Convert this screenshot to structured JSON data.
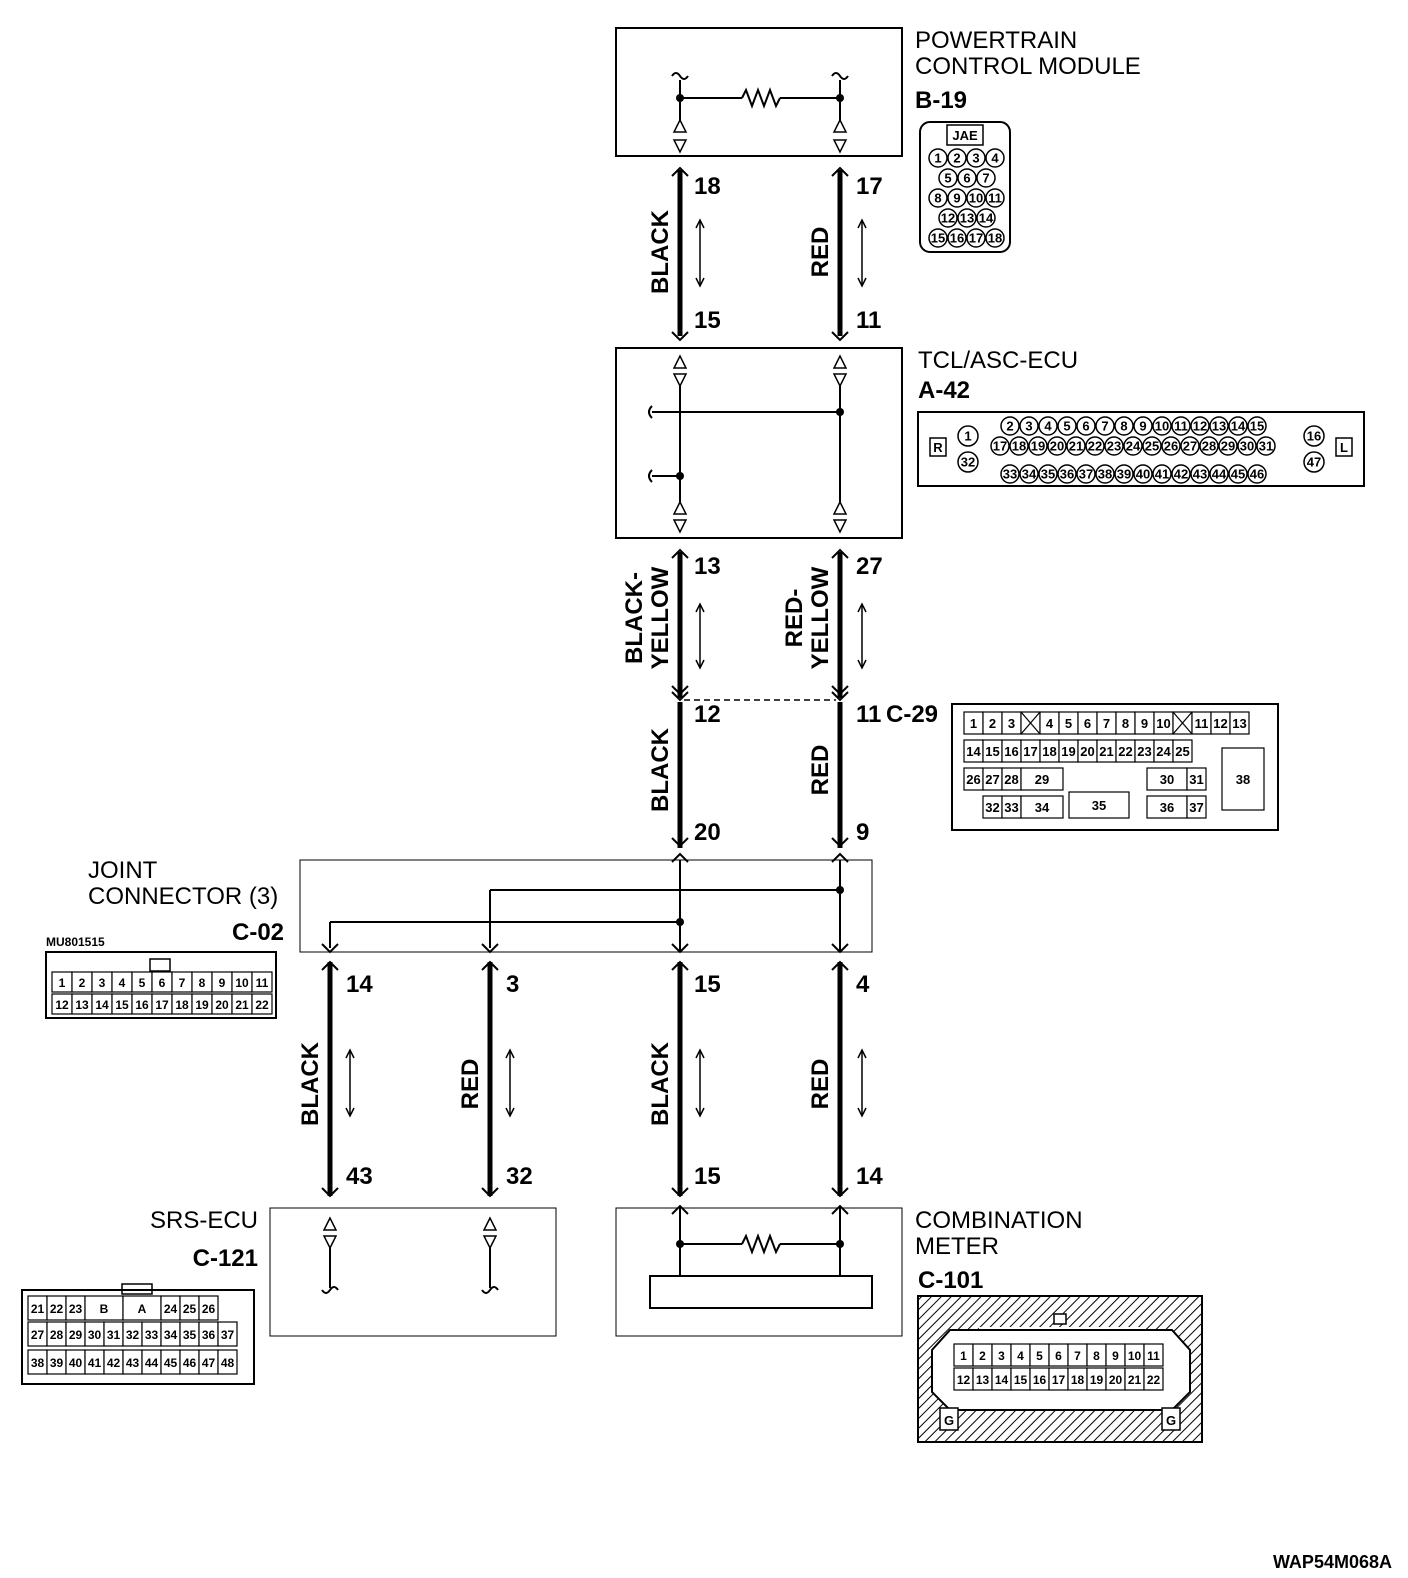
{
  "components": {
    "pcm": {
      "name_line1": "POWERTRAIN",
      "name_line2": "CONTROL MODULE",
      "connector": "B-19",
      "connector_type": "JAE",
      "face_pins": [
        "1",
        "2",
        "3",
        "4",
        "5",
        "6",
        "7",
        "8",
        "9",
        "10",
        "11",
        "12",
        "13",
        "14",
        "15",
        "16",
        "17",
        "18"
      ]
    },
    "tcl": {
      "name": "TCL/ASC-ECU",
      "connector": "A-42",
      "face_pins": [
        "1",
        "2",
        "3",
        "4",
        "5",
        "6",
        "7",
        "8",
        "9",
        "10",
        "11",
        "12",
        "13",
        "14",
        "15",
        "16",
        "17",
        "18",
        "19",
        "20",
        "21",
        "22",
        "23",
        "24",
        "25",
        "26",
        "27",
        "28",
        "29",
        "30",
        "31",
        "32",
        "33",
        "34",
        "35",
        "36",
        "37",
        "38",
        "39",
        "40",
        "41",
        "42",
        "43",
        "44",
        "45",
        "46",
        "47"
      ],
      "side_left": "R",
      "side_right": "L"
    },
    "c29": {
      "connector": "C-29",
      "face_pins": [
        "1",
        "2",
        "3",
        "4",
        "5",
        "6",
        "7",
        "8",
        "9",
        "10",
        "11",
        "12",
        "13",
        "14",
        "15",
        "16",
        "17",
        "18",
        "19",
        "20",
        "21",
        "22",
        "23",
        "24",
        "25",
        "26",
        "27",
        "28",
        "29",
        "30",
        "31",
        "32",
        "33",
        "34",
        "35",
        "36",
        "37",
        "38"
      ]
    },
    "joint": {
      "name_line1": "JOINT",
      "name_line2": "CONNECTOR (3)",
      "connector": "C-02",
      "part_no": "MU801515",
      "face_pins": [
        "1",
        "2",
        "3",
        "4",
        "5",
        "6",
        "7",
        "8",
        "9",
        "10",
        "11",
        "12",
        "13",
        "14",
        "15",
        "16",
        "17",
        "18",
        "19",
        "20",
        "21",
        "22"
      ]
    },
    "srs": {
      "name": "SRS-ECU",
      "connector": "C-121",
      "face_pins": [
        "21",
        "22",
        "23",
        "B",
        "A",
        "24",
        "25",
        "26",
        "27",
        "28",
        "29",
        "30",
        "31",
        "32",
        "33",
        "34",
        "35",
        "36",
        "37",
        "38",
        "39",
        "40",
        "41",
        "42",
        "43",
        "44",
        "45",
        "46",
        "47",
        "48"
      ]
    },
    "meter": {
      "name_line1": "COMBINATION",
      "name_line2": "METER",
      "connector": "C-101",
      "face_pins": [
        "1",
        "2",
        "3",
        "4",
        "5",
        "6",
        "7",
        "8",
        "9",
        "10",
        "11",
        "12",
        "13",
        "14",
        "15",
        "16",
        "17",
        "18",
        "19",
        "20",
        "21",
        "22"
      ],
      "ground": "G"
    }
  },
  "pins": {
    "pcm_a": "18",
    "pcm_b": "17",
    "tcl_top_a": "15",
    "tcl_top_b": "11",
    "tcl_bot_a": "13",
    "tcl_bot_b": "27",
    "c29_a": "12",
    "c29_b": "11",
    "joint_in_a": "20",
    "joint_in_b": "9",
    "joint_out_1": "14",
    "joint_out_2": "3",
    "joint_out_3": "15",
    "joint_out_4": "4",
    "srs_a": "43",
    "srs_b": "32",
    "meter_a": "15",
    "meter_b": "14"
  },
  "wire_colors": {
    "seg1_a": "BLACK",
    "seg1_b": "RED",
    "seg2_a_line1": "BLACK-",
    "seg2_a_line2": "YELLOW",
    "seg2_b_line1": "RED-",
    "seg2_b_line2": "YELLOW",
    "seg3_a": "BLACK",
    "seg3_b": "RED",
    "seg4_1": "BLACK",
    "seg4_2": "RED",
    "seg4_3": "BLACK",
    "seg4_4": "RED"
  },
  "figure_code": "WAP54M068A"
}
